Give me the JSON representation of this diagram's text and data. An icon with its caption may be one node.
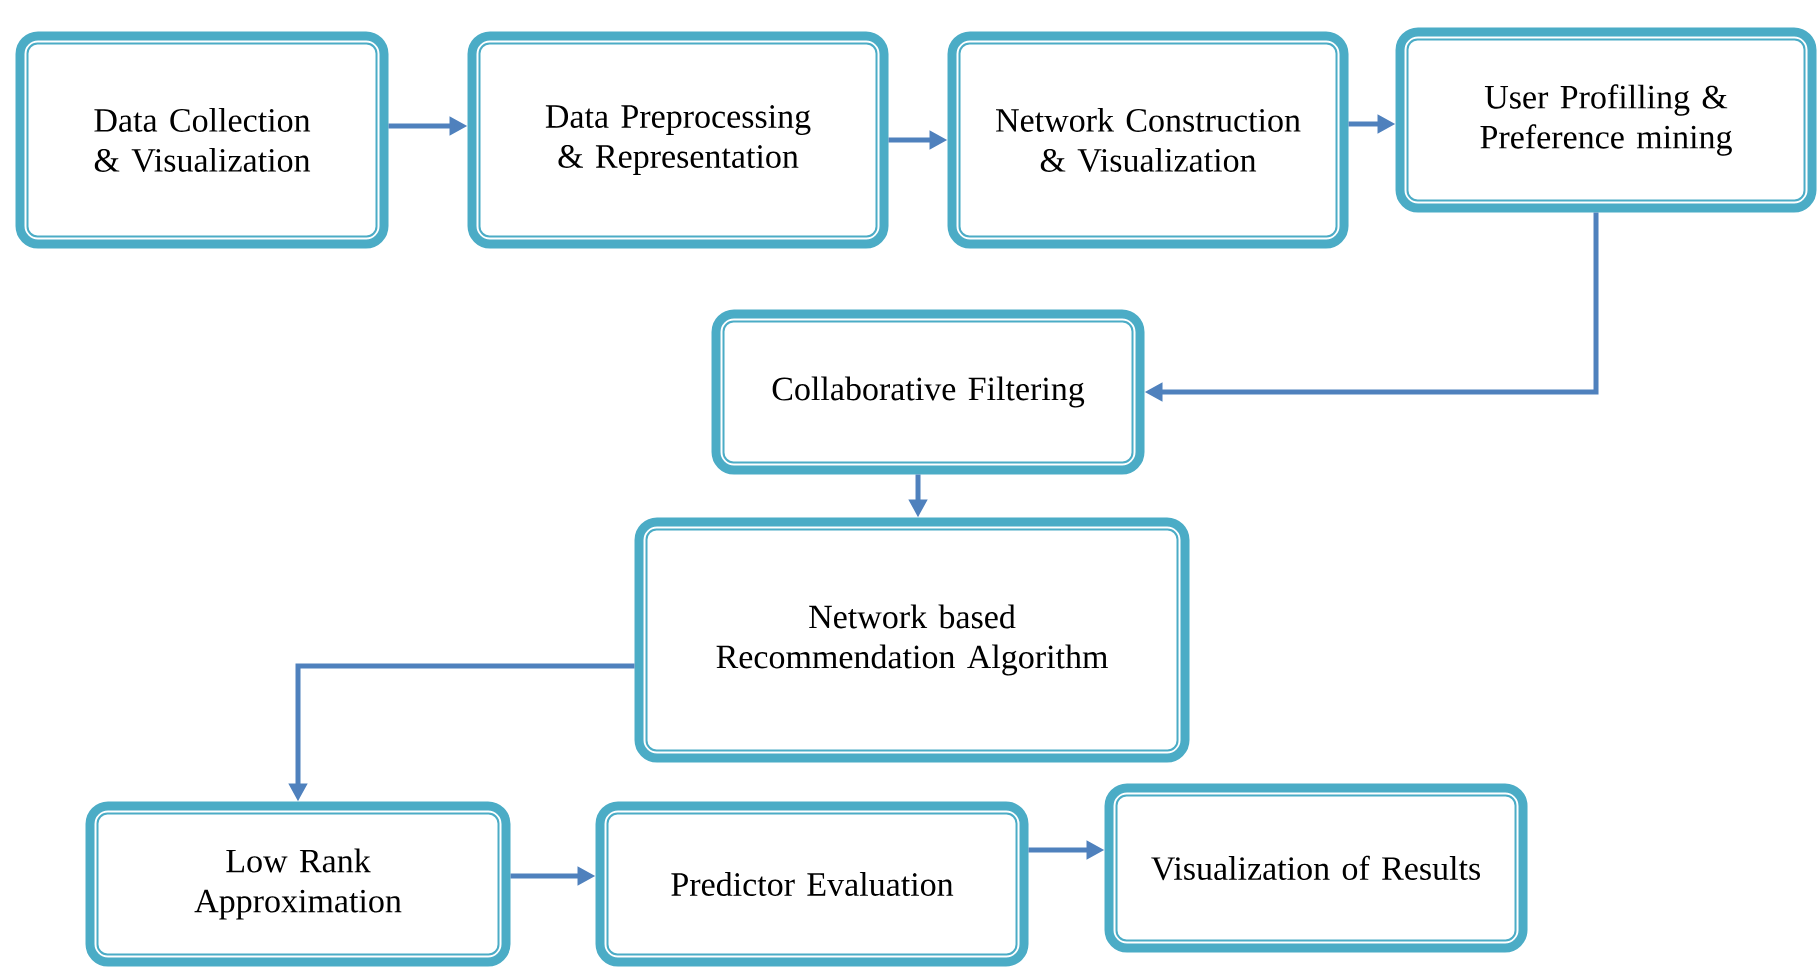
{
  "diagram": {
    "nodes": [
      {
        "text": [
          "Data Collection & Visualization"
        ]
      },
      {
        "text": [
          "Data Preprocessing & Representation"
        ]
      },
      {
        "text": [
          "Network Construction & Visualization"
        ]
      },
      {
        "text": [
          "User Profilling & Preference mining"
        ]
      },
      {
        "text": [
          "Collaborative Filtering"
        ]
      },
      {
        "text": [
          "Network based Recommendation Algorithm"
        ]
      },
      {
        "text": [
          "Low Rank Approximation"
        ]
      },
      {
        "text": [
          "Predictor Evaluation"
        ]
      },
      {
        "text": [
          "Visualization of Results"
        ]
      }
    ],
    "edges": [
      {
        "from": 0,
        "to": 1,
        "arrow": "to"
      },
      {
        "from": 1,
        "to": 2,
        "arrow": "to"
      },
      {
        "from": 2,
        "to": 3,
        "arrow": "to"
      },
      {
        "from": 3,
        "to": 4,
        "arrow": "to"
      },
      {
        "from": 4,
        "to": 5,
        "arrow": "to"
      },
      {
        "from": 5,
        "to": 6,
        "arrow": "to"
      },
      {
        "from": 6,
        "to": 7,
        "arrow": "to"
      },
      {
        "from": 7,
        "to": 8,
        "arrow": "to"
      }
    ]
  }
}
